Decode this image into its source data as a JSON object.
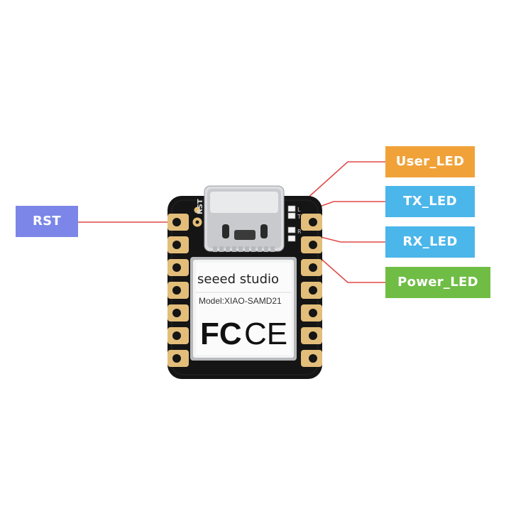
{
  "colors": {
    "rst": "#7b86e8",
    "user_led": "#f0a238",
    "tx_led": "#4ab6ea",
    "rx_led": "#4ab6ea",
    "power_led": "#6fbd45",
    "leader_line": "#e04848",
    "pcb": "#151515",
    "pad_gold": "#e3be7a"
  },
  "callouts": {
    "rst": "RST",
    "user_led": "User_LED",
    "tx_led": "TX_LED",
    "rx_led": "RX_LED",
    "power_led": "Power_LED"
  },
  "board": {
    "silk_rst": "RST",
    "silk_l": "L",
    "silk_t": "T",
    "silk_r": "R",
    "shield_brand": "seeed studio",
    "shield_model": "Model:XIAO-SAMD21",
    "cert_fcc": "FC",
    "cert_ce": "CE"
  }
}
